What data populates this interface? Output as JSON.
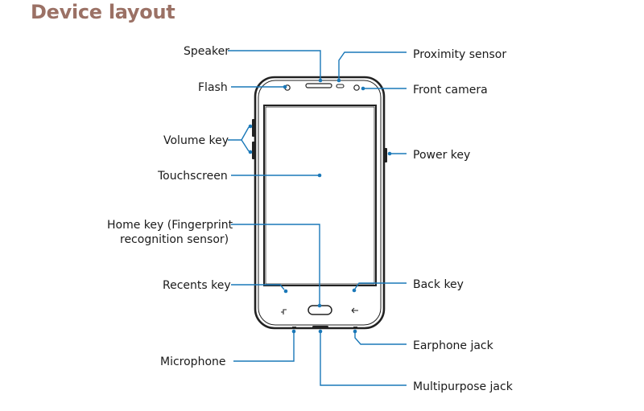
{
  "title": "Device layout",
  "labels": {
    "speaker": "Speaker",
    "flash": "Flash",
    "volume_key": "Volume key",
    "touchscreen": "Touchscreen",
    "home_key_line1": "Home key (Fingerprint",
    "home_key_line2": "recognition sensor)",
    "recents_key": "Recents key",
    "microphone": "Microphone",
    "proximity_sensor": "Proximity sensor",
    "front_camera": "Front camera",
    "power_key": "Power key",
    "back_key": "Back key",
    "earphone_jack": "Earphone jack",
    "multipurpose_jack": "Multipurpose jack"
  },
  "colors": {
    "title": "#9b7165",
    "leader": "#1a78b8",
    "outline": "#222222"
  },
  "icons": [
    "recents-icon",
    "back-icon"
  ]
}
